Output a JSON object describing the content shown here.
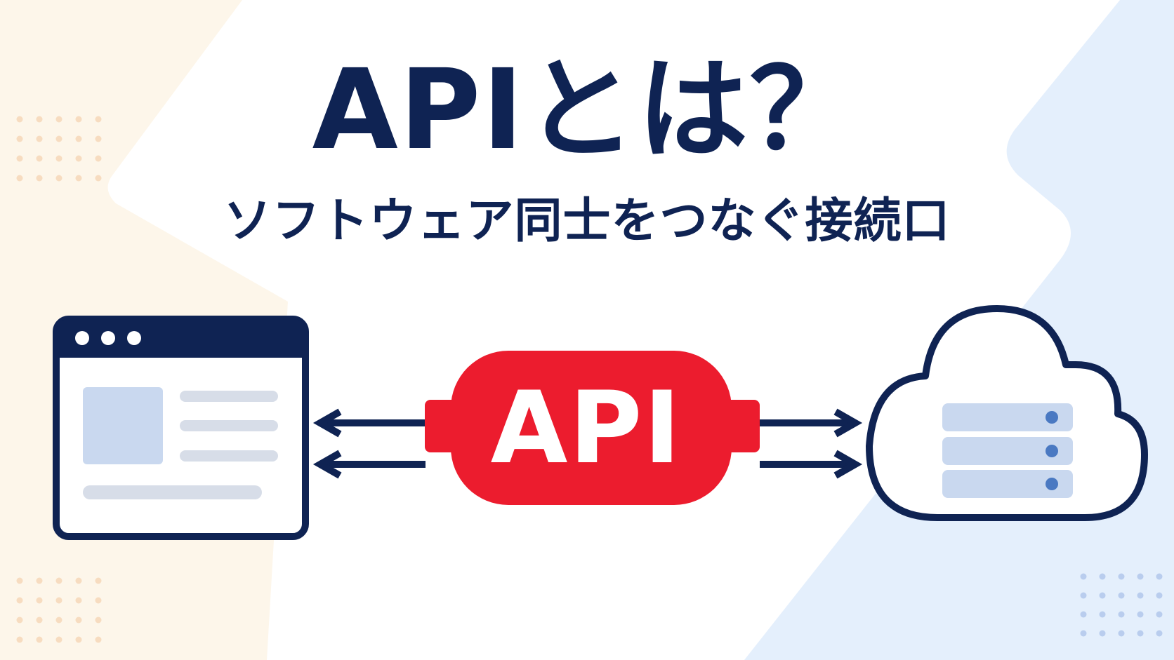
{
  "title": "APIとは？",
  "subtitle": "ソフトウェア同士をつなぐ接続口",
  "api_label": "API",
  "colors": {
    "navy": "#0f2353",
    "accent_red": "#ec1c2e",
    "light_blue": "#c9d8ef",
    "light_gray": "#d7dde8",
    "server_dot": "#4a79c2",
    "bg_left": "#fdf6ea",
    "bg_right": "#e4effc",
    "dots_left": "#f7dcc0",
    "dots_right": "#b9cdee"
  },
  "icons": {
    "client": "browser-window-icon",
    "server": "cloud-server-icon",
    "connector": "api-connector-icon"
  }
}
